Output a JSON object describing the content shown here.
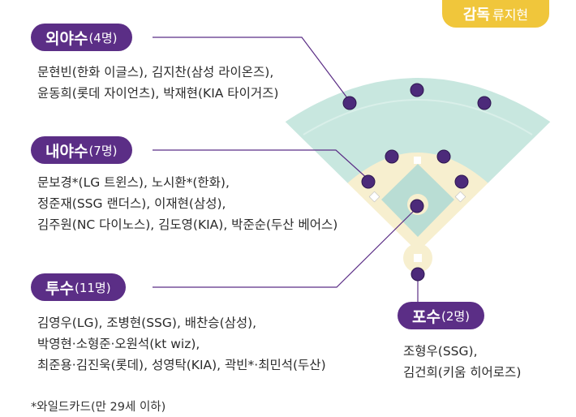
{
  "coach": {
    "label": "감독",
    "name": "류지현"
  },
  "groups": {
    "outfield": {
      "title": "외야수",
      "count": "(4명)",
      "lines": [
        "문현빈(한화 이글스), 김지찬(삼성 라이온즈),",
        "윤동희(롯데 자이언츠), 박재현(KIA 타이거즈)"
      ]
    },
    "infield": {
      "title": "내야수",
      "count": "(7명)",
      "lines": [
        "문보경*(LG 트윈스), 노시환*(한화),",
        "정준재(SSG 랜더스), 이재현(삼성),",
        "김주원(NC 다이노스), 김도영(KIA), 박준순(두산 베어스)"
      ]
    },
    "pitchers": {
      "title": "투수",
      "count": "(11명)",
      "lines": [
        "김영우(LG), 조병현(SSG), 배찬승(삼성),",
        "박영현·소형준·오원석(kt wiz),",
        "최준용·김진욱(롯데), 성영탁(KIA), 곽빈*·최민석(두산)"
      ]
    },
    "catchers": {
      "title": "포수",
      "count": "(2명)",
      "lines": [
        "조형우(SSG),",
        "김건희(키움 히어로즈)"
      ]
    }
  },
  "footnote": "*와일드카드(만 29세 이하)",
  "colors": {
    "purple": "#5b2e86",
    "gold": "#f0c63b",
    "outfield_grass": "#c8e7df",
    "infield_grass": "#b9ddd4",
    "infield_dirt": "#f7efcf",
    "player_dot": "#4c2a7a"
  }
}
